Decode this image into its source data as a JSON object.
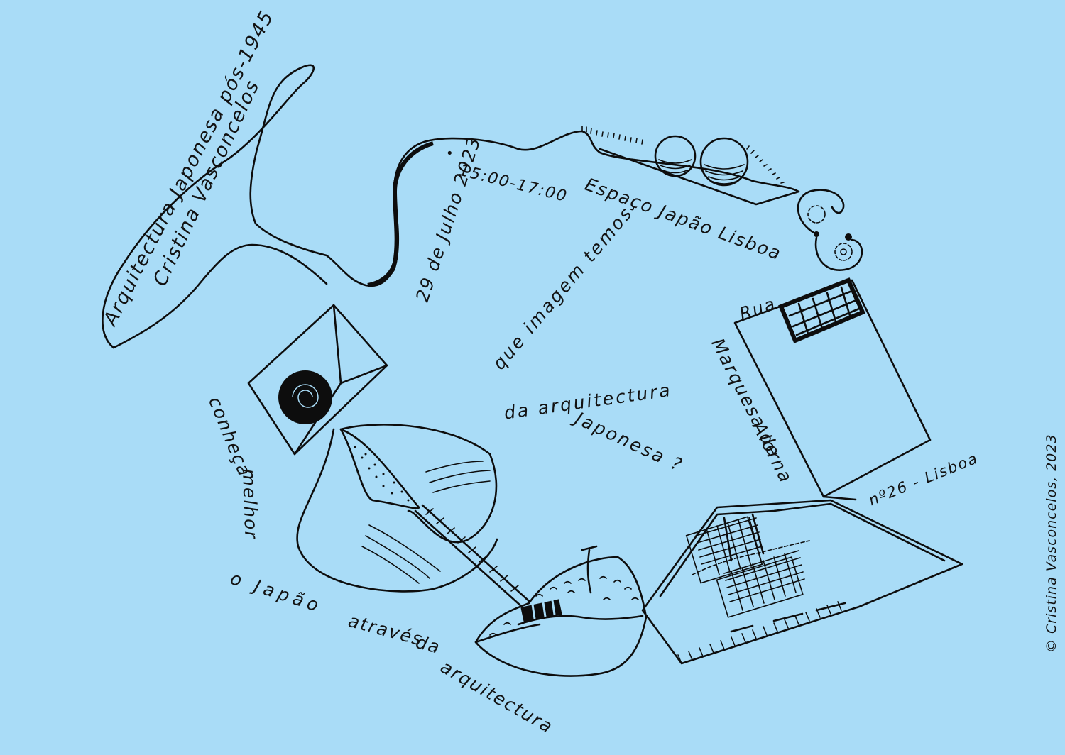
{
  "title": "Arquitectura Japonesa pós-1945",
  "author": "Cristina Vasconcelos",
  "date": "29 de Julho 2023",
  "time": "15:00-17:00",
  "venue": "Espaço Japão Lisboa",
  "address": {
    "street_word": "Rua",
    "street_line1": "Marquesa de",
    "street_line2": "Alorna",
    "number": "nº26 - Lisboa"
  },
  "center_question": {
    "line1": "que imagem temos",
    "line2": "da arquitectura",
    "line3": "Japonesa ?"
  },
  "side_phrase": {
    "part1": "conheça",
    "part2": "melhor",
    "part3": "o Japão",
    "part4": "através",
    "part5": "da",
    "part6": "arquitectura"
  },
  "copyright": "© Cristina Vasconcelos, 2023",
  "colors": {
    "background": "#a9dcf7",
    "ink": "#0d0d0d"
  }
}
